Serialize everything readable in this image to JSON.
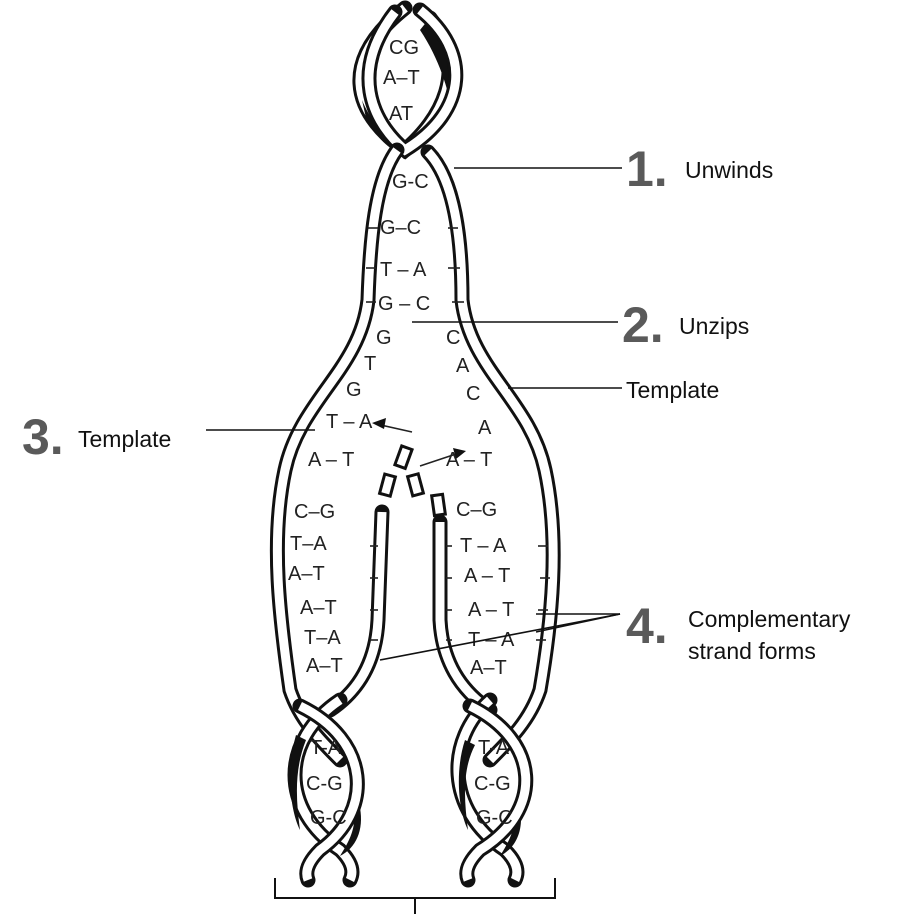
{
  "steps": [
    {
      "number": "1.",
      "label": "Unwinds"
    },
    {
      "number": "2.",
      "label": "Unzips"
    },
    {
      "number": "3.",
      "label": "Template"
    },
    {
      "number": "4.",
      "label": "Complementary strand forms"
    }
  ],
  "template_right_label": "Template",
  "top_helix_pairs": [
    "CG",
    "A–T",
    "AT"
  ],
  "stem_pairs": [
    "G-C",
    "G–C",
    "T – A",
    "G – C"
  ],
  "left_fork_bases": [
    "G",
    "T",
    "G",
    "T – A",
    "A – T"
  ],
  "right_fork_bases": [
    "C",
    "A",
    "C",
    "A",
    "A – T"
  ],
  "left_daughter_pairs": [
    "C–G",
    "T–A",
    "A–T",
    "A–T",
    "T–A",
    "A–T"
  ],
  "right_daughter_pairs": [
    "C–G",
    "T – A",
    "A – T",
    "A – T",
    "T – A",
    "A–T"
  ],
  "left_bottom_helix_pairs": [
    "T-A",
    "C-G",
    "G-C"
  ],
  "right_bottom_helix_pairs": [
    "T-A",
    "C-G",
    "G-C"
  ]
}
